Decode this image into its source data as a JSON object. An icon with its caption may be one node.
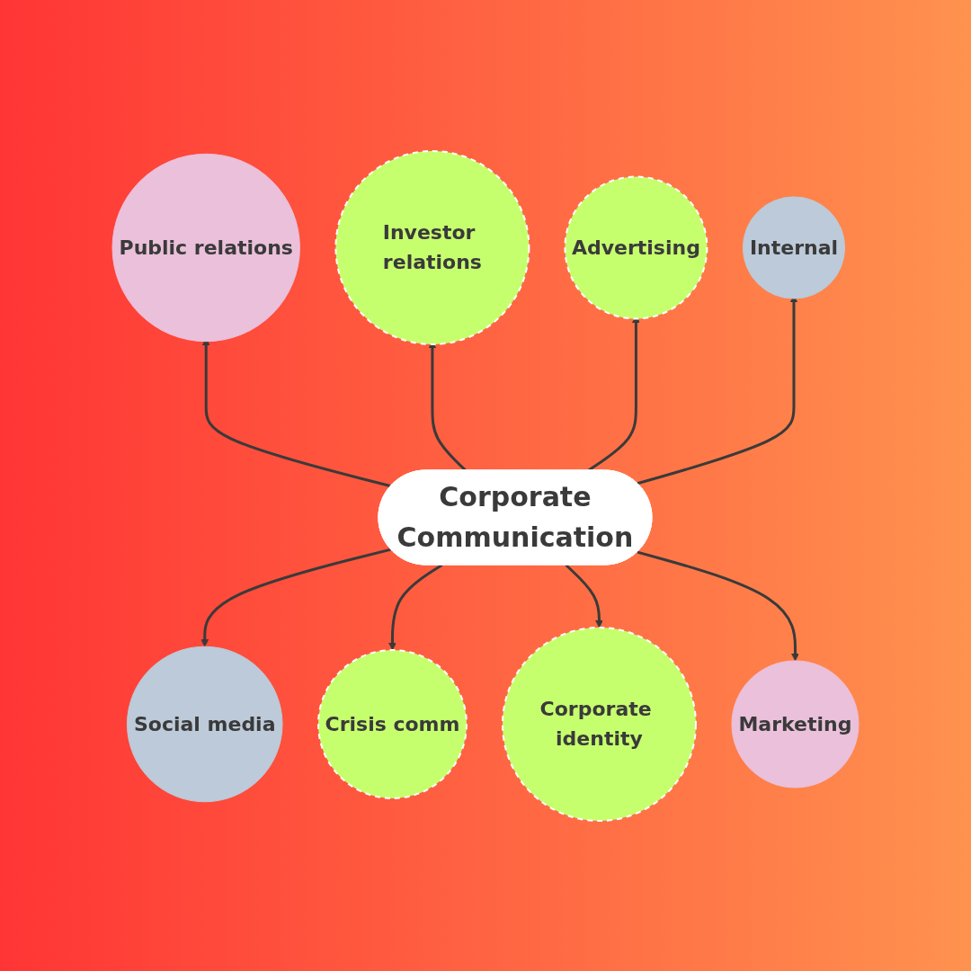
{
  "diagram": {
    "nodes": [
      {
        "text": [
          "Corporate",
          "Communication"
        ]
      },
      {
        "text": [
          "Public relations"
        ]
      },
      {
        "text": [
          "Investor relations"
        ]
      },
      {
        "text": [
          "Advertising"
        ]
      },
      {
        "text": [
          "Internal"
        ]
      },
      {
        "text": [
          "Social media"
        ]
      },
      {
        "text": [
          "Crisis comm"
        ]
      },
      {
        "text": [
          "Corporate identity"
        ]
      },
      {
        "text": [
          "Marketing"
        ]
      }
    ],
    "edges": [
      {
        "from": 0,
        "to": 1,
        "arrow": "to"
      },
      {
        "from": 0,
        "to": 2,
        "arrow": "to"
      },
      {
        "from": 0,
        "to": 3,
        "arrow": "to"
      },
      {
        "from": 0,
        "to": 4,
        "arrow": "to"
      },
      {
        "from": 0,
        "to": 5,
        "arrow": "to"
      },
      {
        "from": 0,
        "to": 6,
        "arrow": "to"
      },
      {
        "from": 0,
        "to": 7,
        "arrow": "to"
      },
      {
        "from": 0,
        "to": 8,
        "arrow": "to"
      }
    ]
  }
}
